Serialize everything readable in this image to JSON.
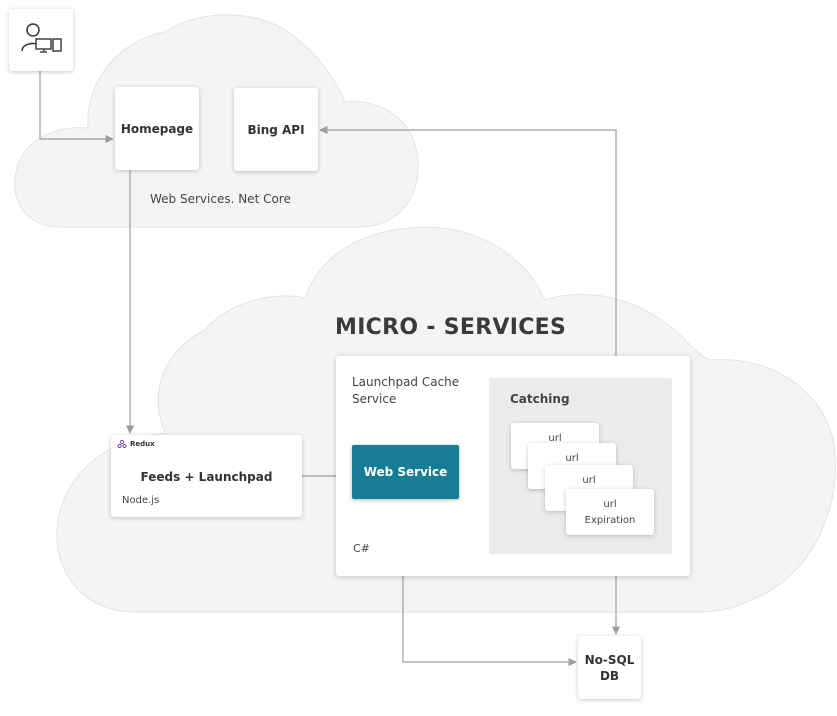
{
  "colors": {
    "cloud_fill": "#f4f4f4",
    "cloud_stroke": "#e0e0e0",
    "connector": "#9e9e9e",
    "web_service_fill": "#167d95",
    "panel_fill": "#ebebeb"
  },
  "icons": {
    "user": "user-with-devices-icon",
    "redux": "redux-icon"
  },
  "top_cloud": {
    "homepage": "Homepage",
    "bing_api": "Bing API",
    "caption": "Web Services. Net Core"
  },
  "micro_services": {
    "title": "MICRO - SERVICES",
    "feeds": {
      "badge": "Redux",
      "title": "Feeds + Launchpad",
      "tech": "Node.js"
    },
    "launchpad": {
      "title": "Launchpad Cache Service",
      "web_service": "Web Service",
      "language": "C#",
      "catching": {
        "title": "Catching",
        "cards": [
          {
            "line1": "url"
          },
          {
            "line1": "url"
          },
          {
            "line1": "url"
          },
          {
            "line1": "url",
            "line2": "Expiration"
          }
        ]
      }
    },
    "db": "No-SQL DB"
  }
}
